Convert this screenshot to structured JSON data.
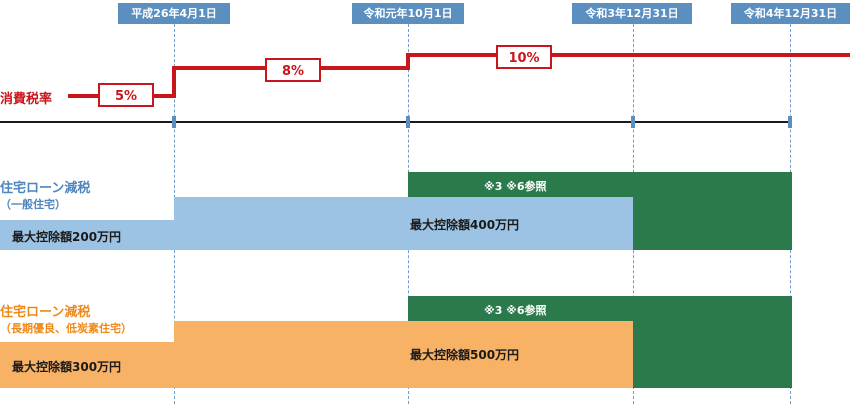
{
  "dates": [
    "平成26年4月1日",
    "令和元年10月1日",
    "令和3年12月31日",
    "令和4年12月31日"
  ],
  "tax": {
    "label": "消費税率",
    "rates": [
      "5%",
      "8%",
      "10%"
    ]
  },
  "general": {
    "title": "住宅ローン減税",
    "subtitle": "（一般住宅）",
    "max_before": "最大控除額200万円",
    "max_after": "最大控除額400万円",
    "note": "※3 ※6参照"
  },
  "longterm": {
    "title": "住宅ローン減税",
    "subtitle": "（長期優良、低炭素住宅）",
    "max_before": "最大控除額300万円",
    "max_after": "最大控除額500万円",
    "note": "※3 ※6参照"
  },
  "colors": {
    "tax_line": "#c8161d",
    "date_tag": "#5b8fc0",
    "general_bar": "#9dc3e4",
    "general_title": "#4f86be",
    "longterm_bar": "#f7b266",
    "longterm_title": "#ef8a1a",
    "extension_bar": "#2a7a4b"
  }
}
